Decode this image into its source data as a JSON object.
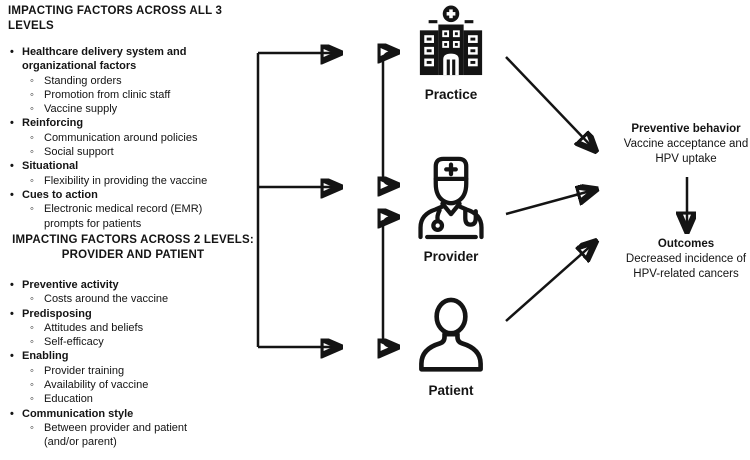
{
  "colors": {
    "ink": "#141414",
    "background": "#ffffff"
  },
  "section1": {
    "title": "IMPACTING FACTORS ACROSS ALL 3 LEVELS",
    "items": [
      {
        "level": 1,
        "text": "Healthcare delivery system and organizational factors"
      },
      {
        "level": 2,
        "text": "Standing orders"
      },
      {
        "level": 2,
        "text": "Promotion from clinic staff"
      },
      {
        "level": 2,
        "text": "Vaccine supply"
      },
      {
        "level": 1,
        "text": "Reinforcing"
      },
      {
        "level": 2,
        "text": "Communication around policies"
      },
      {
        "level": 2,
        "text": "Social support"
      },
      {
        "level": 1,
        "text": "Situational"
      },
      {
        "level": 2,
        "text": "Flexibility in providing the vaccine"
      },
      {
        "level": 1,
        "text": "Cues to action"
      },
      {
        "level": 2,
        "text": "Electronic medical record (EMR) prompts for patients"
      }
    ]
  },
  "section2": {
    "title_line1": "IMPACTING FACTORS ACROSS 2 LEVELS:",
    "title_line2": "PROVIDER AND PATIENT",
    "items": [
      {
        "level": 1,
        "text": "Preventive activity"
      },
      {
        "level": 2,
        "text": "Costs around the vaccine"
      },
      {
        "level": 1,
        "text": "Predisposing"
      },
      {
        "level": 2,
        "text": "Attitudes and beliefs"
      },
      {
        "level": 2,
        "text": "Self-efficacy"
      },
      {
        "level": 1,
        "text": "Enabling"
      },
      {
        "level": 2,
        "text": "Provider training"
      },
      {
        "level": 2,
        "text": "Availability of vaccine"
      },
      {
        "level": 2,
        "text": "Education"
      },
      {
        "level": 1,
        "text": "Communication style"
      },
      {
        "level": 2,
        "text": "Between provider and patient (and/or parent)"
      }
    ]
  },
  "levels": [
    {
      "label": "Practice",
      "icon": "hospital-icon"
    },
    {
      "label": "Provider",
      "icon": "doctor-icon"
    },
    {
      "label": "Patient",
      "icon": "person-icon"
    }
  ],
  "results": {
    "behavior_title": "Preventive behavior",
    "behavior_text": "Vaccine acceptance and HPV uptake",
    "outcomes_title": "Outcomes",
    "outcomes_text": "Decreased incidence of HPV-related cancers"
  }
}
